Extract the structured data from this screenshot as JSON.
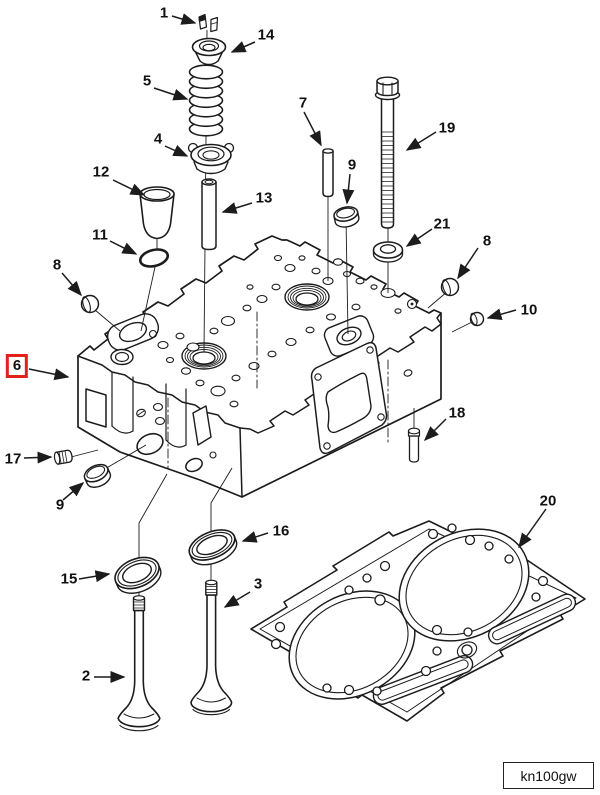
{
  "diagram": {
    "type": "exploded-parts-diagram",
    "subject": "cylinder-head-assembly",
    "code_label": "kn100gw",
    "highlight_color": "#e32119",
    "line_color": "#1c1c1c",
    "background_color": "#ffffff",
    "selected_callout": "6",
    "callouts": [
      {
        "num": "1"
      },
      {
        "num": "14"
      },
      {
        "num": "5"
      },
      {
        "num": "4"
      },
      {
        "num": "7"
      },
      {
        "num": "19"
      },
      {
        "num": "12"
      },
      {
        "num": "9"
      },
      {
        "num": "13"
      },
      {
        "num": "21"
      },
      {
        "num": "11"
      },
      {
        "num": "8"
      },
      {
        "num": "8"
      },
      {
        "num": "10"
      },
      {
        "num": "6"
      },
      {
        "num": "17"
      },
      {
        "num": "18"
      },
      {
        "num": "9"
      },
      {
        "num": "20"
      },
      {
        "num": "16"
      },
      {
        "num": "15"
      },
      {
        "num": "3"
      },
      {
        "num": "2"
      }
    ]
  }
}
